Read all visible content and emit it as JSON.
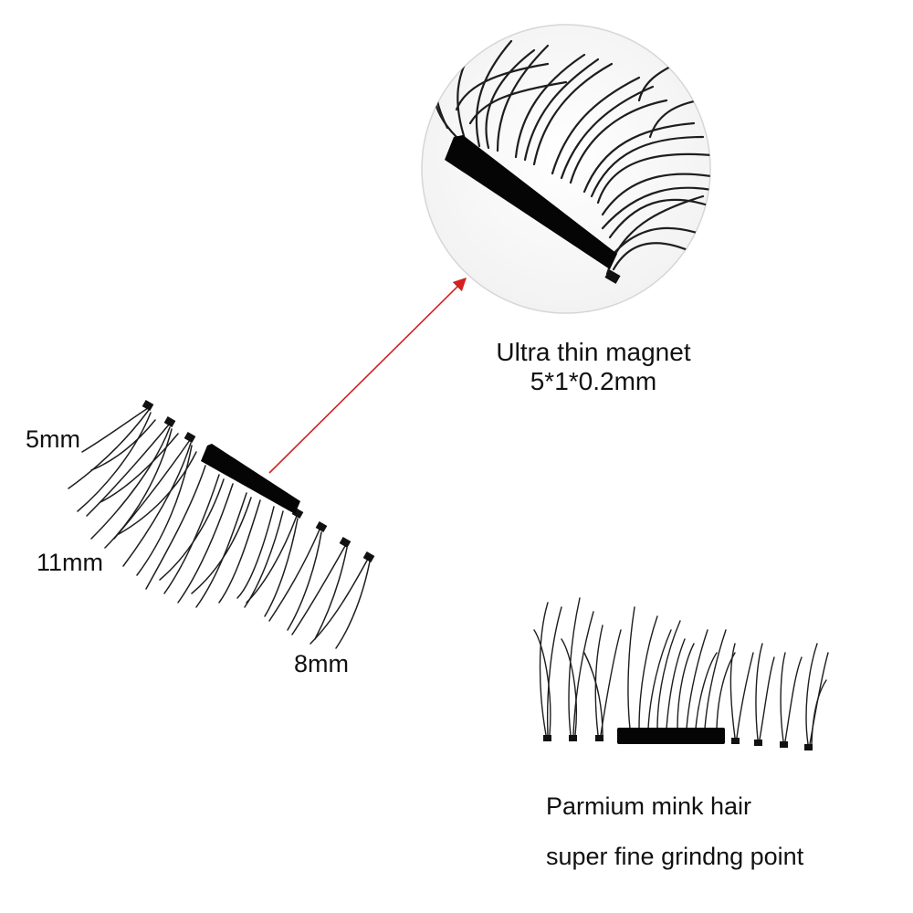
{
  "labels": {
    "length_short": "5mm",
    "length_long": "11mm",
    "length_mid": "8mm"
  },
  "magnet_caption": {
    "line1": "Ultra thin magnet",
    "line2": "5*1*0.2mm"
  },
  "hair_caption": {
    "line1": "Parmium mink hair",
    "line2": "super fine grindng point"
  },
  "colors": {
    "arrow": "#d42020",
    "lash": "#1a1a1a",
    "magnet": "#050505",
    "zoom_circle_border": "#cfcfcf"
  }
}
